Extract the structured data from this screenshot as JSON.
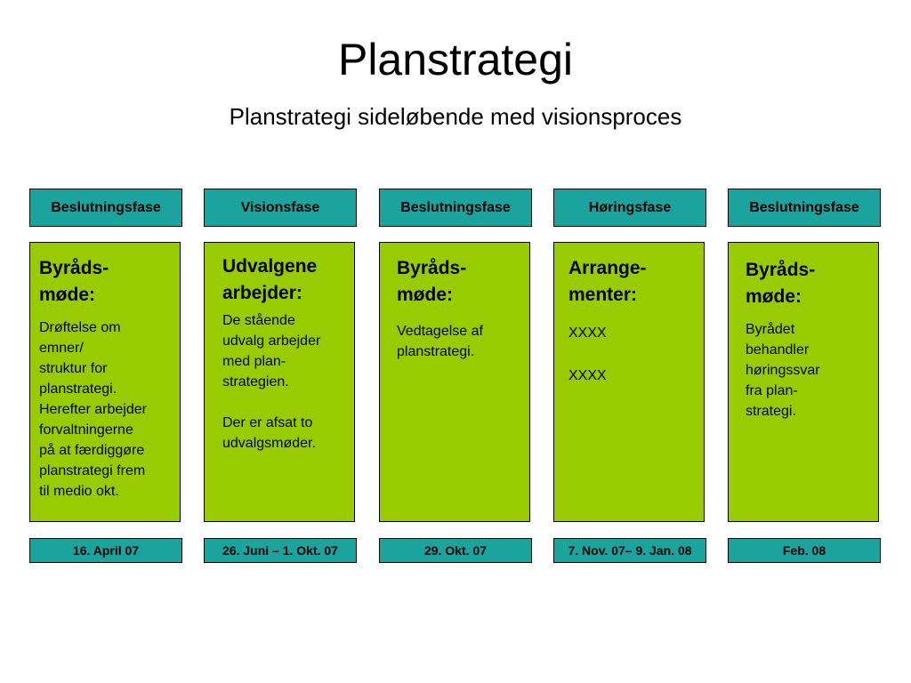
{
  "title": "Planstrategi",
  "subtitle": "Planstrategi sideløbende med visionsproces",
  "columns": [
    {
      "phase": "Beslutningsfase",
      "heading": "Byråds-\nmøde:",
      "body": "Drøftelse om\nemner/\nstruktur for\nplanstrategi.\nHerefter arbejder\nforvaltningerne\npå at færdiggøre\nplanstrategi frem\ntil medio okt.",
      "date": "16. April 07"
    },
    {
      "phase": "Visionsfase",
      "heading": "Udvalgene\narbejder:",
      "body": "De stående\nudvalg arbejder\nmed plan-\nstrategien.\n\nDer er afsat to\nudvalgsmøder.",
      "date": "26. Juni – 1. Okt. 07"
    },
    {
      "phase": "Beslutningsfase",
      "heading": "Byråds-\nmøde:",
      "body": "Vedtagelse af\nplanstrategi.",
      "date": "29. Okt. 07"
    },
    {
      "phase": "Høringsfase",
      "heading": "Arrange-\nmenter:",
      "body": "XXXX\n\nXXXX",
      "date": "7. Nov. 07– 9. Jan. 08"
    },
    {
      "phase": "Beslutningsfase",
      "heading": "Byråds-\nmøde:",
      "body": "Byrådet\nbehandler\nhøringssvar\nfra plan-\nstrategi.",
      "date": "Feb. 08"
    }
  ],
  "colors": {
    "phase_box": "#1ba49e",
    "card": "#99cc00"
  }
}
